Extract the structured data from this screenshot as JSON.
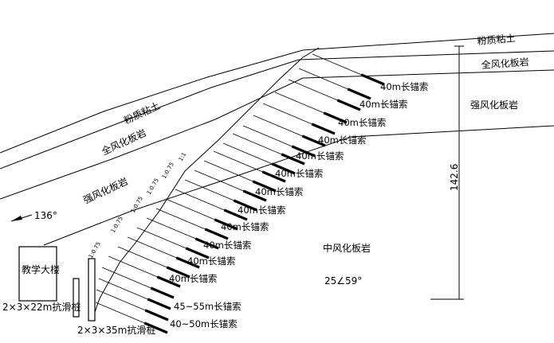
{
  "layers": {
    "residual_soil_right": "粉质粘土",
    "residual_soil_left": "粉质粘土",
    "fully_weathered_right": "全风化板岩",
    "fully_weathered_left": "全风化板岩",
    "strongly_weathered_right": "强风化板岩",
    "strongly_weathered_left": "强风化板岩",
    "moderately_weathered": "中风化板岩"
  },
  "building_label": "教学大楼",
  "height_dimension": "142.6",
  "bedding": {
    "strike": "136°",
    "dip": "25∠59°"
  },
  "piles": {
    "pile_a": "2×3×22m抗滑桩",
    "pile_b": "2×3×35m抗滑桩"
  },
  "anchors": [
    "40m长锚索",
    "40m长锚索",
    "40m长锚索",
    "40m长锚索",
    "40m长锚索",
    "40m长锚索",
    "40m长锚索",
    "40m长锚索",
    "40m长锚索",
    "40m长锚索",
    "40m长锚索",
    "40m长锚索",
    "45~55m长锚索",
    "40~50m长锚索"
  ],
  "bench_marks": [
    "1:0.75",
    "1:0.75",
    "1:0.75",
    "1:0.75",
    "1:0.75",
    "1:1"
  ]
}
